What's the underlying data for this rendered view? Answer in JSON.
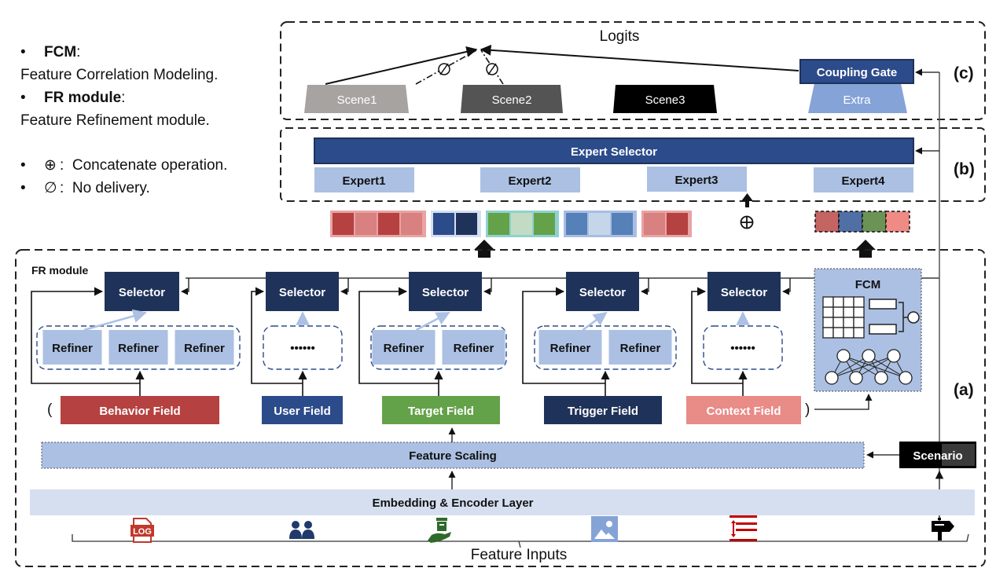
{
  "legend": {
    "items": [
      {
        "term": "FCM",
        "definition": "Feature Correlation Modeling."
      },
      {
        "term": "FR module",
        "definition": "Feature Refinement module."
      }
    ],
    "symbols": [
      {
        "symbol": "⊕",
        "meaning": "Concatenate operation."
      },
      {
        "symbol": "∅",
        "meaning": "No delivery."
      }
    ]
  },
  "section_c": {
    "label": "(c)",
    "output": "Logits",
    "no_delivery_symbol": "∅",
    "scenes": [
      {
        "label": "Scene1",
        "color": "#a6a3a1",
        "delivered": true
      },
      {
        "label": "Scene2",
        "color": "#545454",
        "delivered": false
      },
      {
        "label": "Scene3",
        "color": "#000000",
        "delivered": false
      }
    ],
    "coupling_gate": {
      "label": "Coupling Gate",
      "color": "#2c4b8a"
    },
    "extra": {
      "label": "Extra",
      "color": "#86a3d8"
    }
  },
  "section_b": {
    "label": "(b)",
    "expert_selector": "Expert Selector",
    "experts": [
      "Expert1",
      "Expert2",
      "Expert3",
      "Expert4"
    ],
    "concat_symbol": "⊕"
  },
  "section_a": {
    "label": "(a)",
    "fr_module_label": "FR module",
    "selector_label": "Selector",
    "refiner_label": "Refiner",
    "ellipsis": "••••••",
    "fields": [
      {
        "label": "Behavior Field",
        "color": "#b54140",
        "refiners": 3
      },
      {
        "label": "User Field",
        "color": "#2c4b8a",
        "refiners": 0
      },
      {
        "label": "Target Field",
        "color": "#64a24a",
        "refiners": 2
      },
      {
        "label": "Trigger Field",
        "color": "#1f3259",
        "refiners": 2
      },
      {
        "label": "Context Field",
        "color": "#e98b87",
        "refiners": 0
      }
    ],
    "fcm_label": "FCM",
    "feature_scaling": "Feature Scaling",
    "scenario": "Scenario",
    "embedding_layer": "Embedding & Encoder Layer",
    "feature_inputs": "Feature Inputs",
    "input_icons": [
      {
        "name": "log-file-icon",
        "color": "#c0392b"
      },
      {
        "name": "users-icon",
        "color": "#1f3a6b"
      },
      {
        "name": "hand-box-icon",
        "color": "#2e6b2a"
      },
      {
        "name": "image-icon",
        "color": "#86a3d8"
      },
      {
        "name": "line-spacing-icon",
        "color": "#c00000"
      },
      {
        "name": "signpost-icon",
        "color": "#000000"
      }
    ]
  },
  "embedding_groups": [
    {
      "frame": "#e9a3a3",
      "cells": [
        "#b54140",
        "#d98080",
        "#b54140",
        "#d98080"
      ]
    },
    {
      "frame": "#d6dff0",
      "cells": [
        "#2c4b8a",
        "#1f3259"
      ]
    },
    {
      "frame": "#8fd1d0",
      "cells": [
        "#64a24a",
        "#c2dbc2",
        "#64a24a"
      ]
    },
    {
      "frame": "#a9bde3",
      "cells": [
        "#5580b8",
        "#c6d6ea",
        "#5580b8"
      ]
    },
    {
      "frame": "#e9a3a3",
      "cells": [
        "#d98080",
        "#b54140"
      ]
    }
  ],
  "fcm_output_cells": [
    "#c46563",
    "#4f6fa5",
    "#6b9356",
    "#ef8a85"
  ],
  "colors": {
    "selector": "#1f3259",
    "refiner": "#abc0e3",
    "expert": "#abc0e3",
    "feature_scaling": "#abc0e3",
    "embedding": "#d6dff0",
    "fcm_bg": "#abc0e3"
  }
}
